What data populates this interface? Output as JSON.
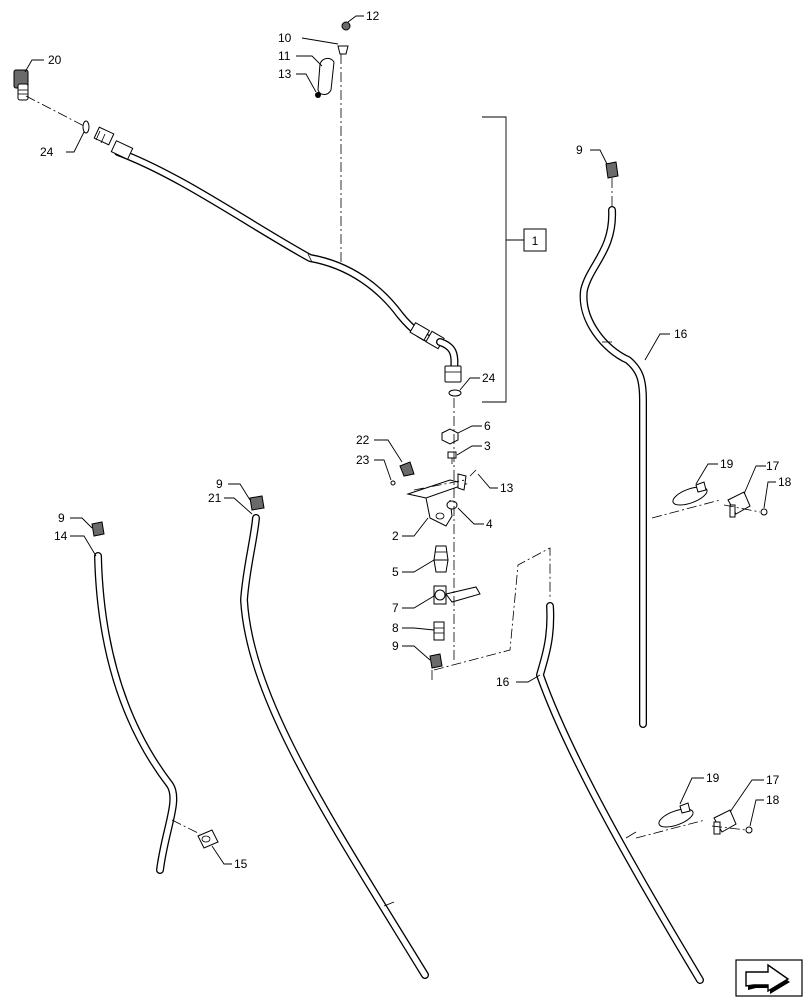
{
  "diagram": {
    "reference_box": "1",
    "callouts": {
      "c20": "20",
      "c24a": "24",
      "c10": "10",
      "c11": "11",
      "c12": "12",
      "c13a": "13",
      "c9a": "9",
      "c16a": "16",
      "c24b": "24",
      "c6": "6",
      "c3": "3",
      "c22": "22",
      "c23": "23",
      "c13b": "13",
      "c4": "4",
      "c2": "2",
      "c5": "5",
      "c7": "7",
      "c8": "8",
      "c9b": "9",
      "c9c": "9",
      "c21": "21",
      "c9d": "9",
      "c14": "14",
      "c15": "15",
      "c19a": "19",
      "c17a": "17",
      "c18a": "18",
      "c16b": "16",
      "c19b": "19",
      "c17b": "17",
      "c18b": "18"
    },
    "colors": {
      "line": "#000000",
      "background": "#ffffff",
      "part_fill": "#6a6a6a"
    },
    "icons": {
      "view_orientation": "arrow-orientation-icon"
    }
  }
}
